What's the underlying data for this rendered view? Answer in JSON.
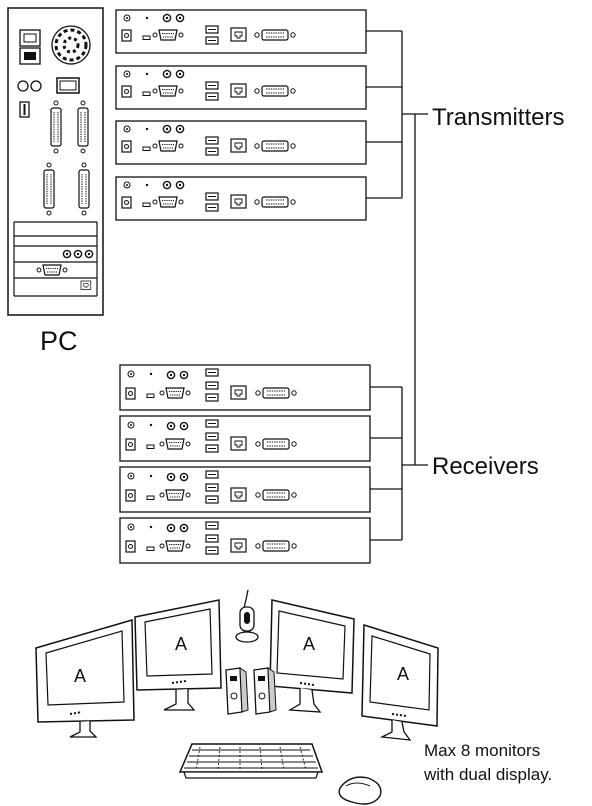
{
  "labels": {
    "pc": "PC",
    "transmitters": "Transmitters",
    "receivers": "Receivers",
    "note_line1": "Max 8 monitors",
    "note_line2": "with dual display."
  },
  "monitor_text": "A",
  "counts": {
    "transmitters": 4,
    "receivers": 4,
    "monitors": 4
  }
}
